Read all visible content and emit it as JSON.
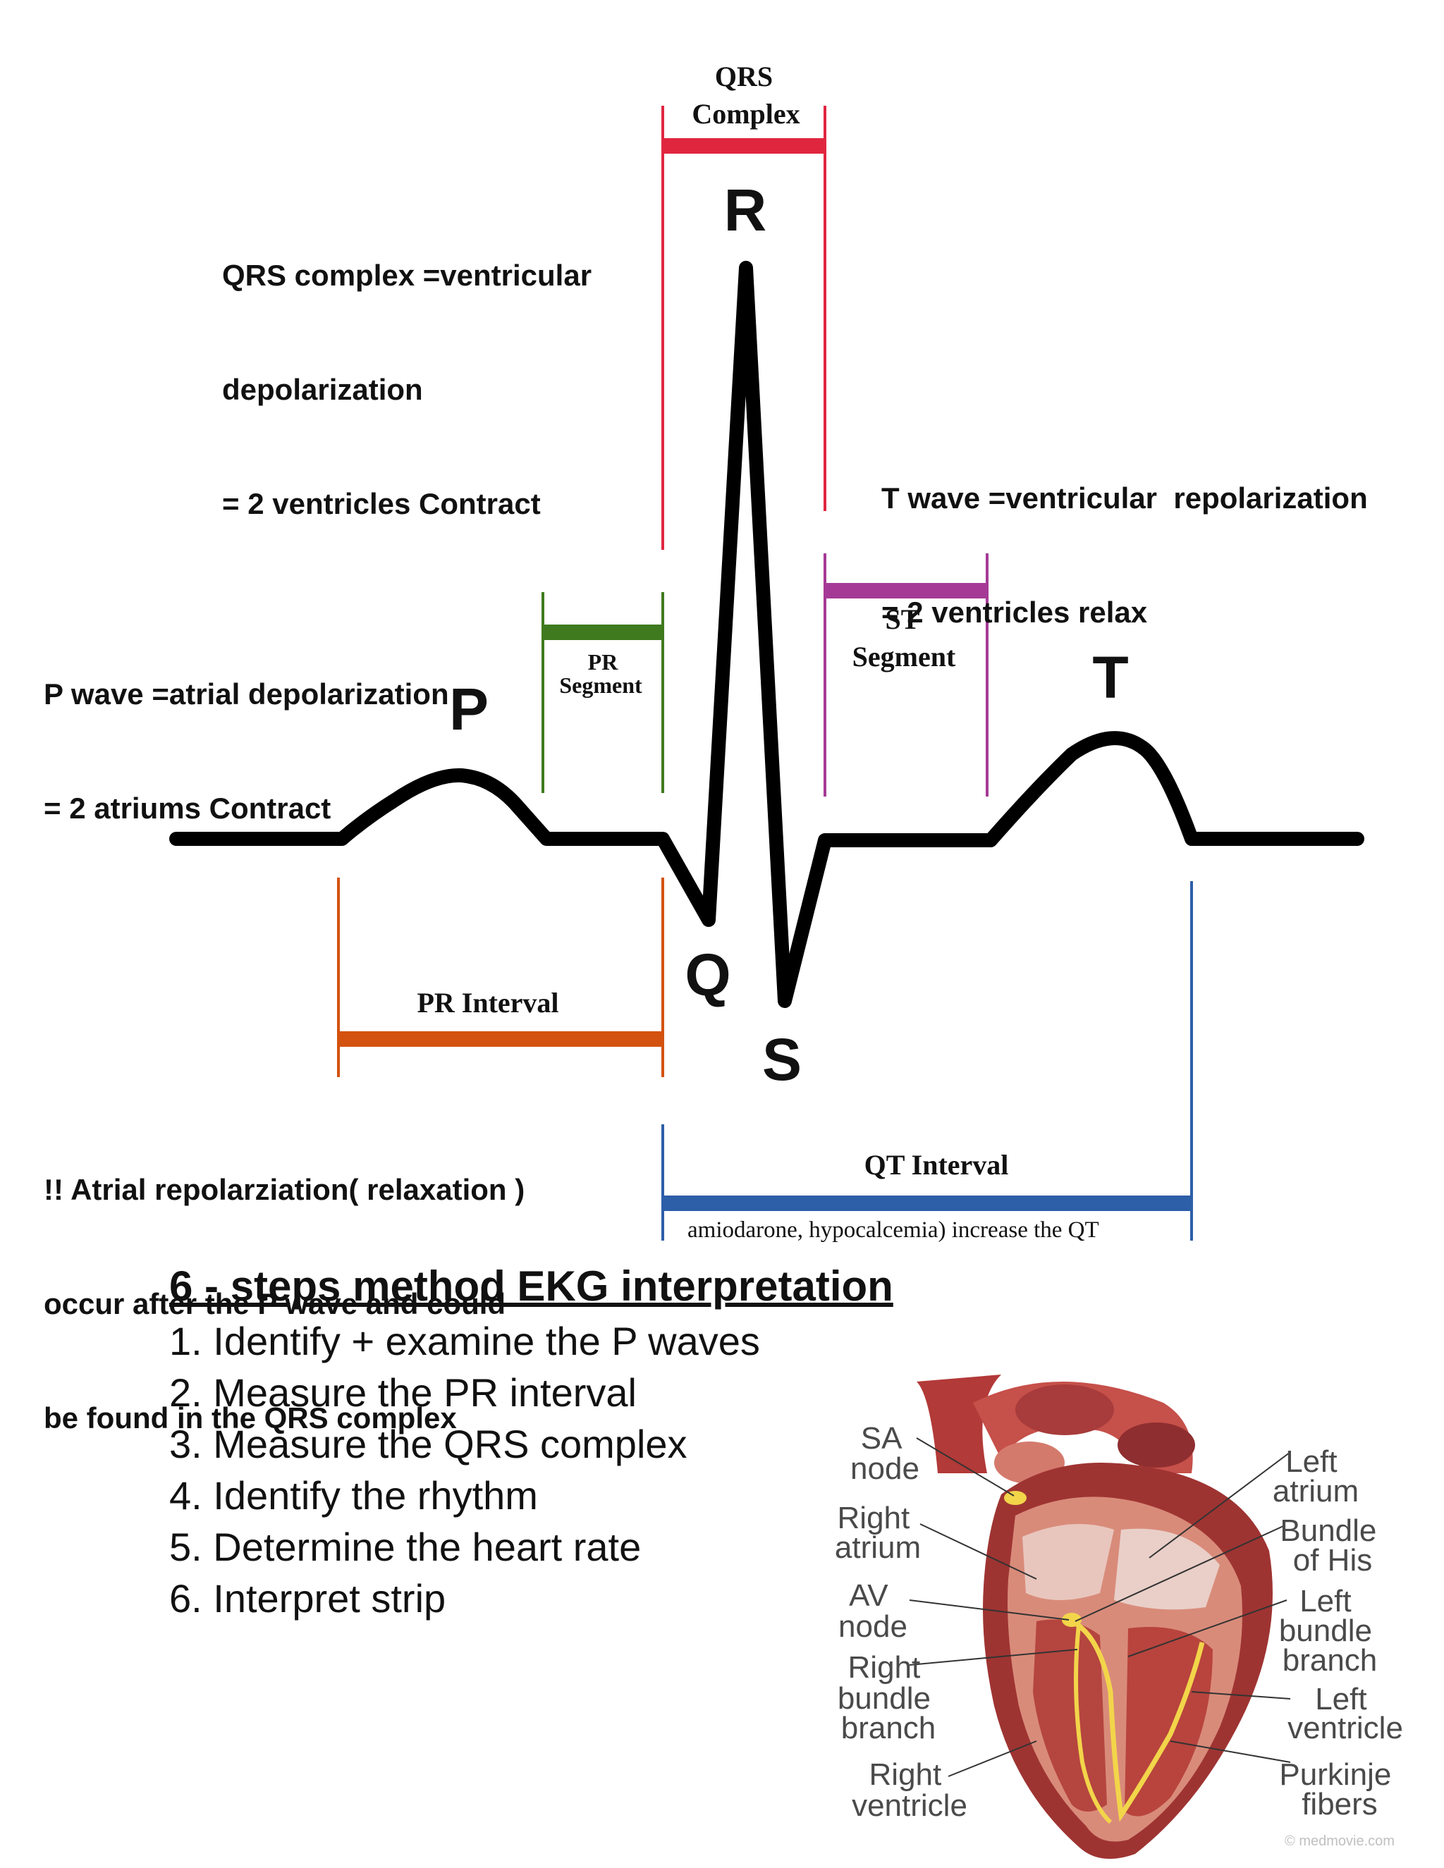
{
  "diagram": {
    "wave_letters": {
      "P": "P",
      "Q": "Q",
      "R": "R",
      "S": "S",
      "T": "T"
    },
    "brackets": {
      "qrs_complex": [
        "QRS",
        "Complex"
      ],
      "pr_segment": [
        "PR",
        "Segment"
      ],
      "st_segment": [
        "ST",
        "Segment"
      ],
      "pr_interval": "PR Interval",
      "qt_interval": "QT Interval",
      "qt_note": "amiodarone, hypocalcemia) increase the QT"
    },
    "notes": {
      "qrs": [
        "QRS complex =ventricular",
        "depolarization",
        "= 2 ventricles Contract"
      ],
      "t_wave": [
        "T wave =ventricular  repolarization",
        "= 2 ventricles relax"
      ],
      "p_wave": [
        "P wave =atrial depolarization",
        "= 2 atriums Contract"
      ],
      "atrial": [
        "!! Atrial repolarziation( relaxation )",
        "occur after the P wave and could",
        "be found in the QRS complex"
      ]
    },
    "colors": {
      "qrs": "#e0263f",
      "pr_segment": "#3f7a1e",
      "st_segment": "#a53a96",
      "pr_interval": "#d4520f",
      "qt_interval": "#2d5ea8",
      "trace": "#000000"
    }
  },
  "steps": {
    "title": "6 - steps method EKG interpretation",
    "items": [
      "1. Identify + examine the P waves",
      "2. Measure the PR interval",
      "3. Measure the QRS complex",
      "4. Identify the rhythm",
      "5. Determine the heart rate",
      "6. Interpret strip"
    ]
  },
  "heart": {
    "labels_left": [
      [
        "SA",
        "node"
      ],
      [
        "Right",
        "atrium"
      ],
      [
        "AV",
        "node"
      ],
      [
        "Right",
        "bundle",
        "branch"
      ],
      [
        "Right",
        "ventricle"
      ]
    ],
    "labels_right": [
      [
        "Left",
        "atrium"
      ],
      [
        "Bundle",
        "of His"
      ],
      [
        "Left",
        "bundle",
        "branch"
      ],
      [
        "Left",
        "ventricle"
      ],
      [
        "Purkinje",
        "fibers"
      ]
    ],
    "credit": "© medmovie.com"
  }
}
